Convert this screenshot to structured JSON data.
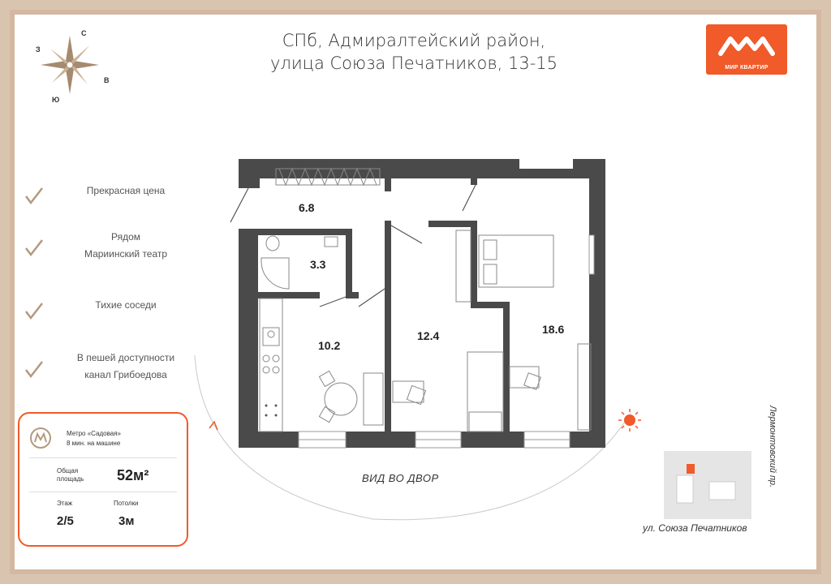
{
  "title": {
    "line1": "СПб, Адмиралтейский район,",
    "line2": "улица Союза Печатников, 13-15"
  },
  "logo": {
    "text": "МИР КВАРТИР",
    "color": "#f15a29"
  },
  "compass": {
    "north": "С",
    "west": "З",
    "east": "В",
    "south": "Ю"
  },
  "features": [
    {
      "lines": [
        "Прекрасная цена"
      ]
    },
    {
      "lines": [
        "Рядом",
        "Мариинский театр"
      ]
    },
    {
      "lines": [
        "Тихие соседи"
      ]
    },
    {
      "lines": [
        "В пешей доступности",
        "канал Грибоедова"
      ]
    }
  ],
  "info_card": {
    "metro_line1": "Метро «Садовая»",
    "metro_line2": "8 мин. на машине",
    "area_label_line1": "Общая",
    "area_label_line2": "площадь",
    "area_value": "52м²",
    "floor_label": "Этаж",
    "floor_value": "2/5",
    "ceiling_label": "Потолки",
    "ceiling_value": "3м"
  },
  "rooms": {
    "hall": "6.8",
    "bath": "3.3",
    "kitchen": "10.2",
    "room1": "12.4",
    "room2": "18.6"
  },
  "view_label": "ВИД ВО ДВОР",
  "streets": {
    "bottom": "ул. Союза Печатников",
    "right": "Лермонтовский пр."
  },
  "colors": {
    "accent": "#f15a29",
    "wall": "#4a4a4a",
    "border": "#d3b8a2"
  }
}
